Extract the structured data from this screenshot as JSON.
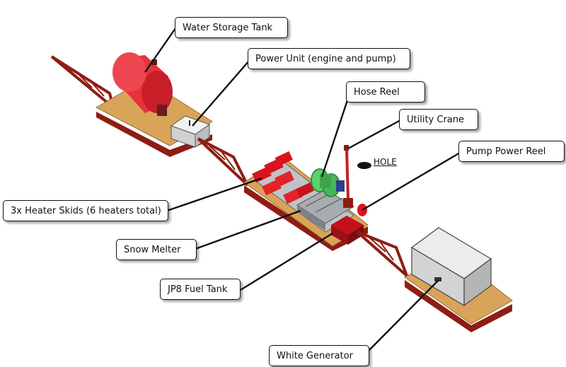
{
  "labels": {
    "water_storage_tank": "Water Storage Tank",
    "power_unit": "Power Unit (engine and pump)",
    "hose_reel": "Hose Reel",
    "utility_crane": "Utility Crane",
    "pump_power_reel": "Pump Power Reel",
    "hole": "HOLE",
    "heater_skids": "3x Heater Skids (6 heaters total)",
    "snow_melter": "Snow Melter",
    "jp8_fuel_tank": "JP8 Fuel Tank",
    "white_generator": "White Generator"
  },
  "colors": {
    "sled_frame": "#8e1d14",
    "deck_wood": "#d8a45a",
    "tank_red": "#e7313b",
    "heater_red": "#d8141c",
    "reel_green": "#59d36b",
    "generator_gray": "#d3d3d3"
  }
}
